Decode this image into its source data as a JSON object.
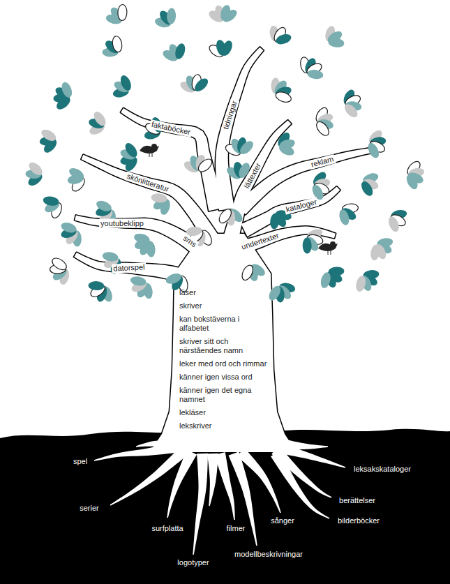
{
  "diagram": {
    "labels": [
      "faktaböcker",
      "tidningar",
      "skönlitteratur",
      "lättexter",
      "reklam",
      "kataloger",
      "youtubeklipp",
      "sms",
      "undertexter",
      "datorspel",
      "läser",
      "skriver",
      "kan bokstäverna i alfabetet",
      "skriver sitt och närståendes namn",
      "leker med ord och rimmar",
      "känner igen vissa ord",
      "känner igen det egna namnet",
      "lekläser",
      "lekskriver",
      "spel",
      "serier",
      "surfplatta",
      "logotyper",
      "filmer",
      "modellbeskrivningar",
      "sånger",
      "leksakskataloger",
      "berättelser",
      "bilderböcker"
    ]
  }
}
